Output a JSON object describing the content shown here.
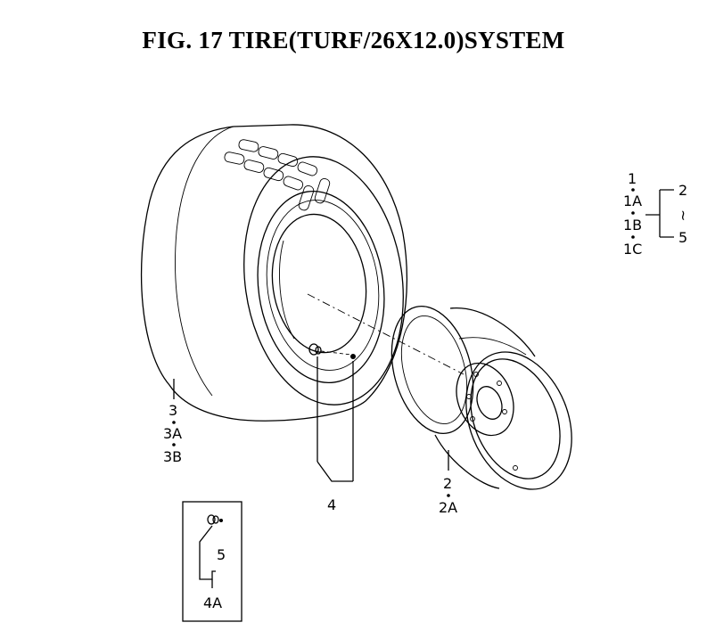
{
  "figure": {
    "title": "FIG. 17  TIRE(TURF/26X12.0)SYSTEM"
  },
  "legend": {
    "left": [
      "1",
      "1A",
      "1B",
      "1C"
    ],
    "top": "2",
    "tilde": "~",
    "bottom": "5"
  },
  "callouts": {
    "tire": [
      "3",
      "3A",
      "3B"
    ],
    "valve": "4",
    "wheel": [
      "2",
      "2A"
    ],
    "inset_part": "5",
    "inset_assembly": "4A"
  },
  "colors": {
    "line": "#000000",
    "background": "#ffffff"
  }
}
